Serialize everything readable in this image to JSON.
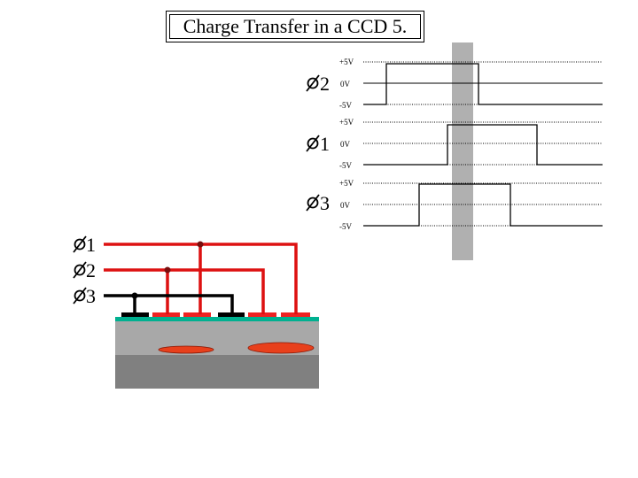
{
  "title": "Charge Transfer in a CCD 5.",
  "waveforms": [
    {
      "phase": "2",
      "levels": [
        "+5V",
        "0V",
        "-5V"
      ]
    },
    {
      "phase": "1",
      "levels": [
        "+5V",
        "0V",
        "-5V"
      ]
    },
    {
      "phase": "3",
      "levels": [
        "+5V",
        "0V",
        "-5V"
      ]
    }
  ],
  "bus_labels": [
    "1",
    "2",
    "3"
  ],
  "colors": {
    "phase1_wire": "#dd1111",
    "phase2_wire": "#dd1111",
    "phase3_wire": "#000000",
    "electrode_red": "#ee2222",
    "electrode_black": "#000000",
    "oxide": "#00b090",
    "silicon": "#a8a8a8",
    "substrate": "#808080",
    "charge": "#e8401c",
    "time_marker": "#b0b0b0"
  }
}
